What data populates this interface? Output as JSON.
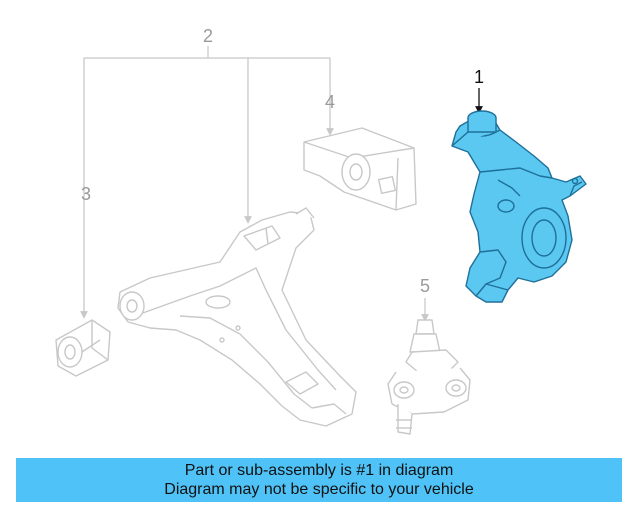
{
  "callouts": [
    "1",
    "2",
    "3",
    "4",
    "5"
  ],
  "banner": {
    "line1": "Part or sub-assembly is #1 in diagram",
    "line2": "Diagram may not be specific to your vehicle",
    "color": "#4fc3f7"
  },
  "colors": {
    "highlight": "#5ac8f0",
    "highlight_dark": "#1f6f99",
    "ghost": "#c8c8c8",
    "callout_active": "#111111",
    "callout_inactive": "#9a9a9a"
  },
  "parts": [
    {
      "callout": "1",
      "name": "steering-knuckle",
      "highlighted": true
    },
    {
      "callout": "2",
      "name": "control-arm",
      "highlighted": false
    },
    {
      "callout": "3",
      "name": "front-bushing",
      "highlighted": false
    },
    {
      "callout": "4",
      "name": "rear-bushing",
      "highlighted": false
    },
    {
      "callout": "5",
      "name": "ball-joint",
      "highlighted": false
    }
  ]
}
